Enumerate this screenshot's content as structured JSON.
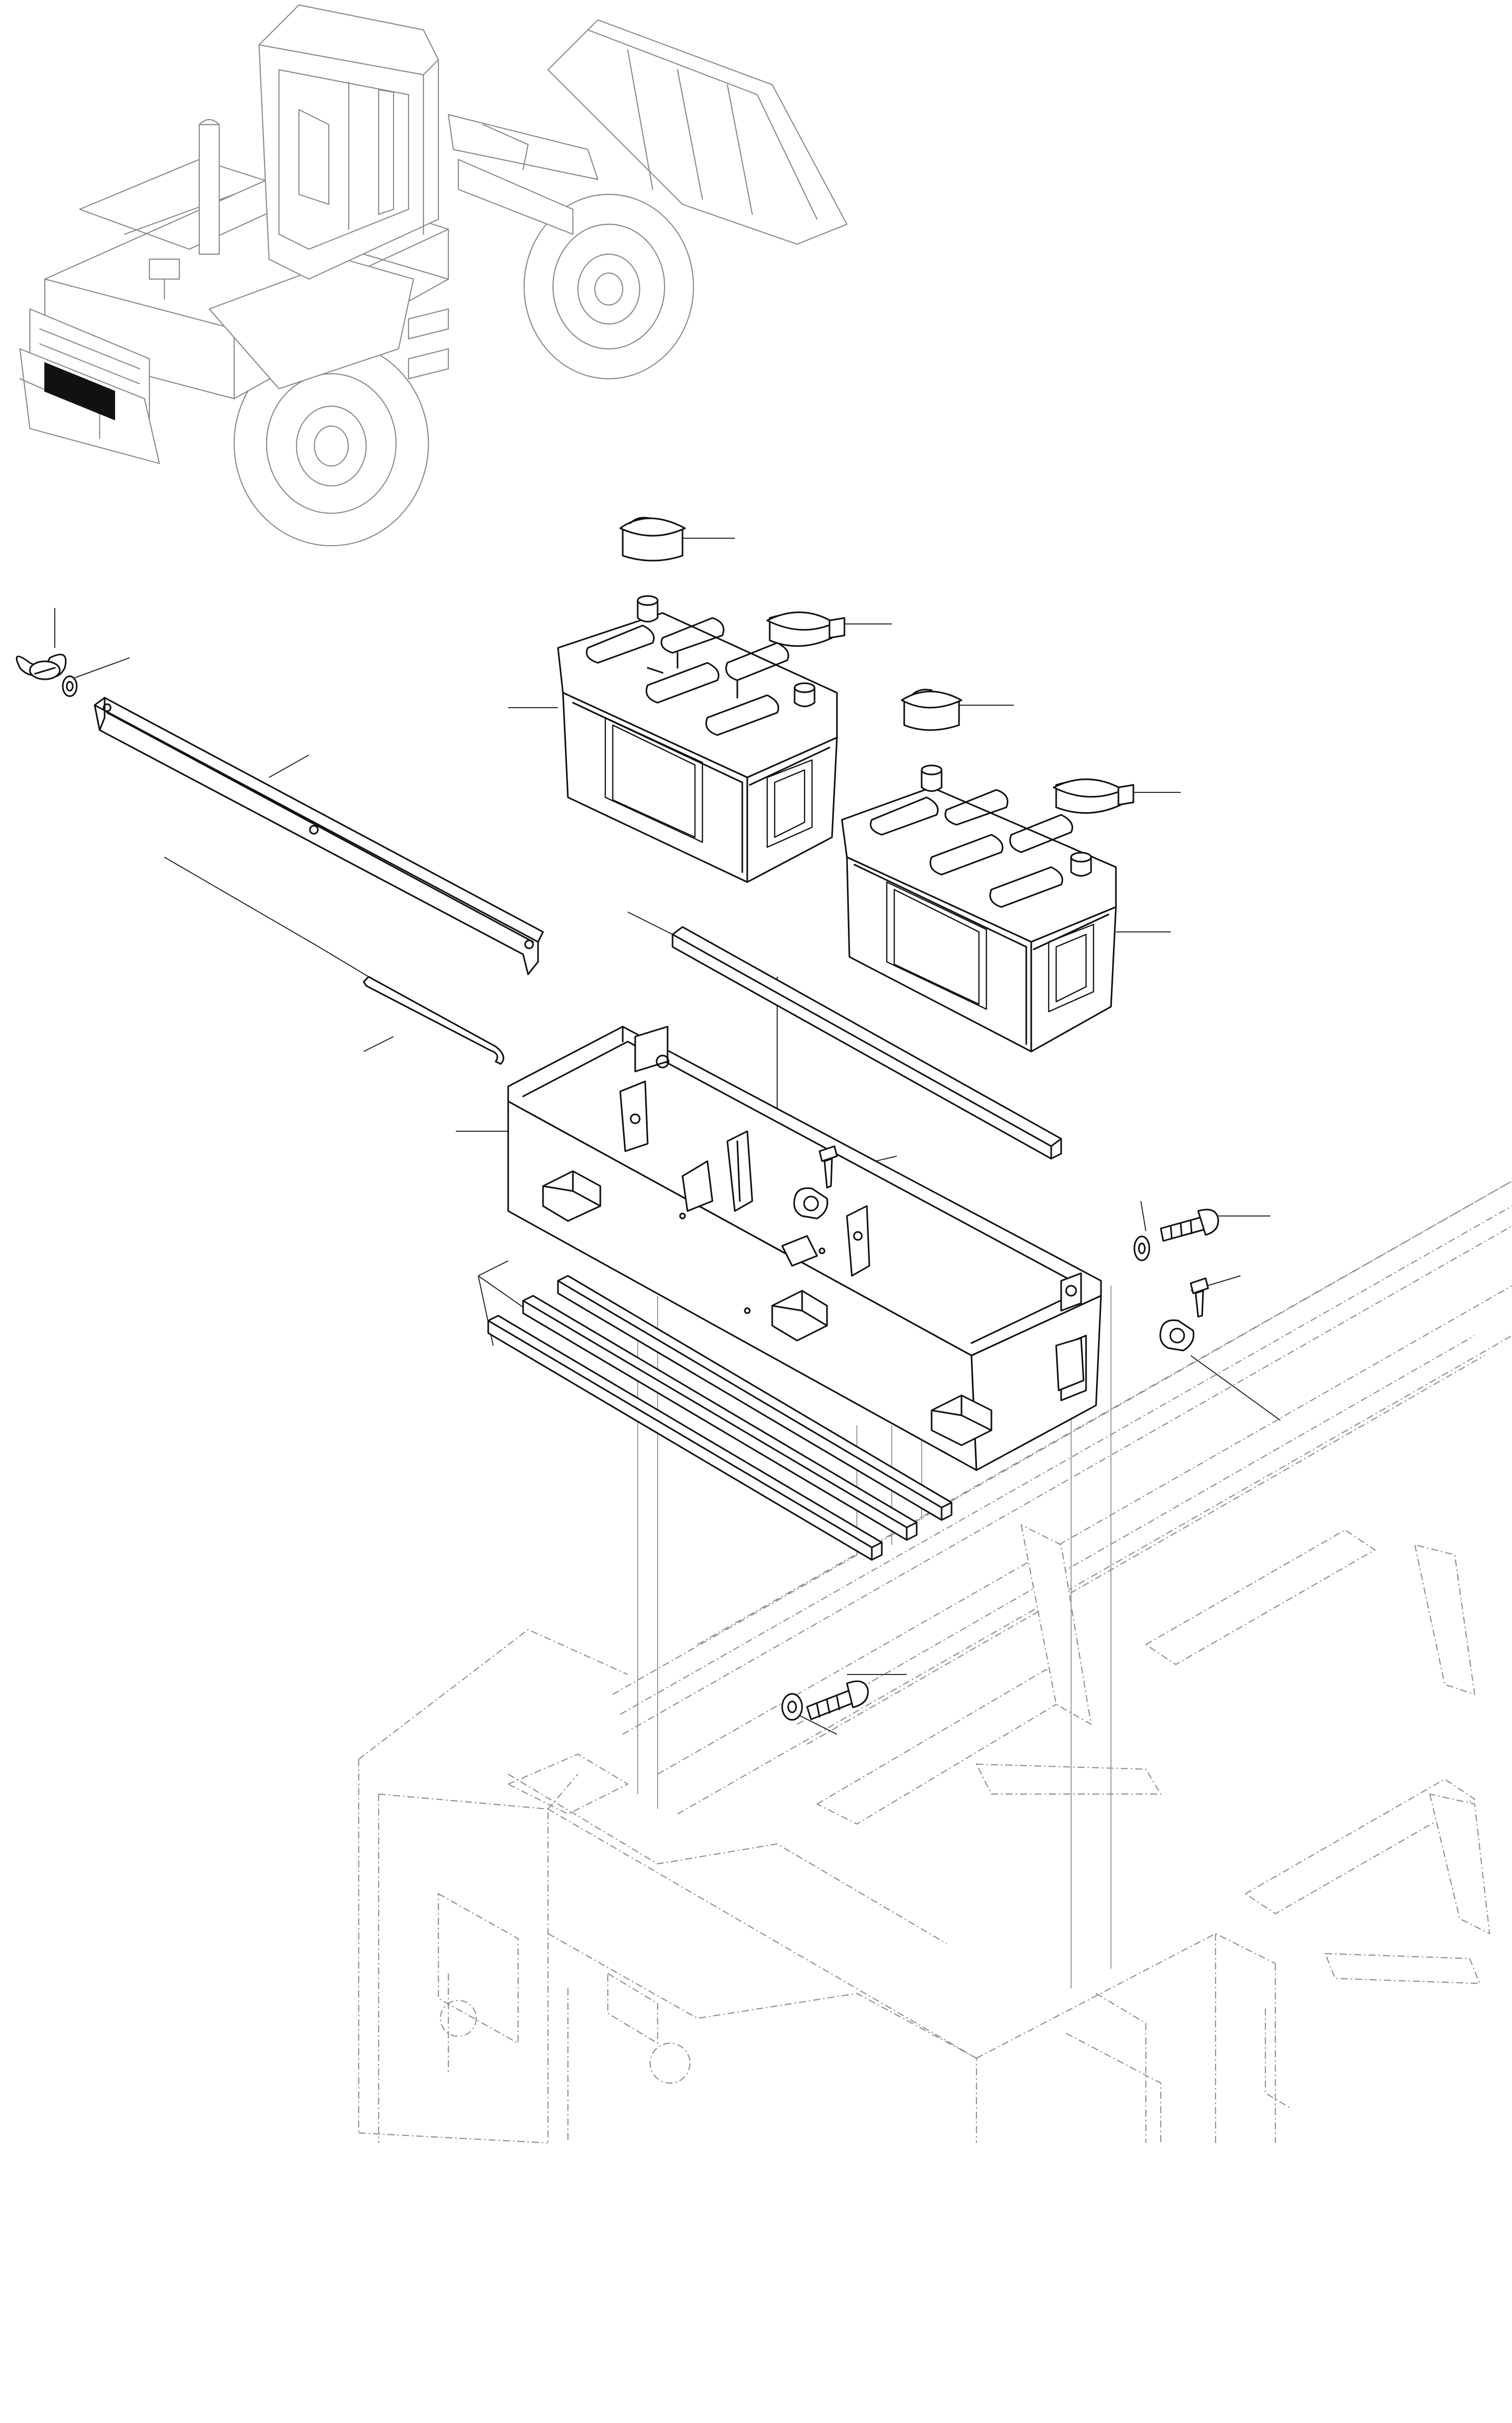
{
  "diagram": {
    "colors": {
      "line": "#111111",
      "ghost_line": "#8a8a8a",
      "background": "#ffffff",
      "location_marker": "#111111"
    },
    "parts": [
      "wheel-loader-overview",
      "battery-location-marker",
      "battery-1",
      "battery-2",
      "terminal-cap-1",
      "terminal-cap-2",
      "terminal-cap-3",
      "terminal-cap-4",
      "wing-nut",
      "washer",
      "hold-down-bar",
      "j-bolt",
      "battery-box",
      "rubber-strip",
      "base-strips",
      "bolt",
      "clip",
      "frame"
    ]
  }
}
